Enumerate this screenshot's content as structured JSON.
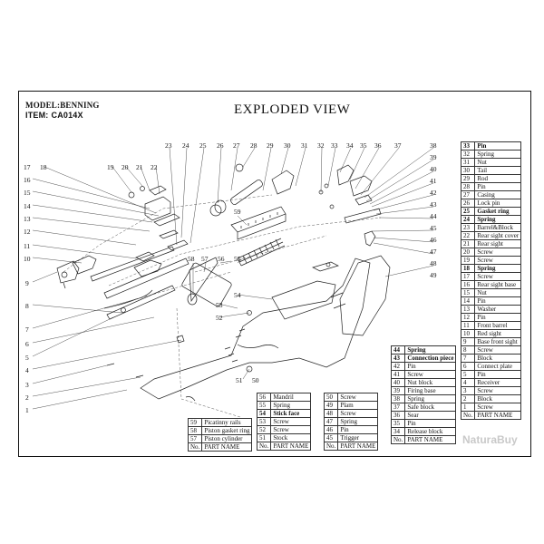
{
  "header": {
    "model_label": "MODEL:BENNING",
    "item_label": "ITEM:",
    "item_code": "CA014X",
    "title": "EXPLODED VIEW"
  },
  "callouts": [
    "1",
    "2",
    "3",
    "4",
    "5",
    "6",
    "7",
    "8",
    "9",
    "10",
    "11",
    "12",
    "13",
    "14",
    "15",
    "16",
    "17",
    "18",
    "19",
    "20",
    "21",
    "22",
    "23",
    "24",
    "25",
    "26",
    "27",
    "28",
    "29",
    "30",
    "31",
    "32",
    "33",
    "34",
    "35",
    "36",
    "37",
    "38",
    "39",
    "40",
    "41",
    "42",
    "43",
    "44",
    "45",
    "46",
    "47",
    "48",
    "49",
    "50",
    "51",
    "52",
    "53",
    "54",
    "55",
    "56",
    "57",
    "58",
    "59"
  ],
  "tables": {
    "t1": {
      "rows": [
        {
          "no": "59",
          "name": "Picatinny rails"
        },
        {
          "no": "58",
          "name": "Piston gasket ring"
        },
        {
          "no": "57",
          "name": "Piston cylinder"
        },
        {
          "no": "No.",
          "name": "PART NAME"
        }
      ]
    },
    "t2": {
      "rows": [
        {
          "no": "56",
          "name": "Mandril"
        },
        {
          "no": "55",
          "name": "Spring"
        },
        {
          "no": "54",
          "name": "Stick face",
          "bold": true
        },
        {
          "no": "53",
          "name": "Screw"
        },
        {
          "no": "52",
          "name": "Screw"
        },
        {
          "no": "51",
          "name": "Stock"
        },
        {
          "no": "No.",
          "name": "PART NAME"
        }
      ]
    },
    "t3": {
      "rows": [
        {
          "no": "50",
          "name": "Screw"
        },
        {
          "no": "49",
          "name": "Plam"
        },
        {
          "no": "48",
          "name": "Screw"
        },
        {
          "no": "47",
          "name": "Spring"
        },
        {
          "no": "46",
          "name": "Pin"
        },
        {
          "no": "45",
          "name": "Trigger"
        },
        {
          "no": "No.",
          "name": "PART NAME"
        }
      ]
    },
    "t4": {
      "rows": [
        {
          "no": "44",
          "name": "Spring",
          "bold": true
        },
        {
          "no": "43",
          "name": "Connection piece",
          "bold": true
        },
        {
          "no": "42",
          "name": "Pin"
        },
        {
          "no": "41",
          "name": "Screw"
        },
        {
          "no": "40",
          "name": "Nut block"
        },
        {
          "no": "39",
          "name": "Firing base"
        },
        {
          "no": "38",
          "name": "Spring"
        },
        {
          "no": "37",
          "name": "Safe block"
        },
        {
          "no": "36",
          "name": "Sear"
        },
        {
          "no": "35",
          "name": "Pin"
        },
        {
          "no": "34",
          "name": "Release block"
        },
        {
          "no": "No.",
          "name": "PART NAME"
        }
      ]
    },
    "t5": {
      "rows": [
        {
          "no": "33",
          "name": "Pin",
          "bold": true
        },
        {
          "no": "32",
          "name": "Spring"
        },
        {
          "no": "31",
          "name": "Nut"
        },
        {
          "no": "30",
          "name": "Tail"
        },
        {
          "no": "29",
          "name": "Rod"
        },
        {
          "no": "28",
          "name": "Pin"
        },
        {
          "no": "27",
          "name": "Casing"
        },
        {
          "no": "26",
          "name": "Lock pin"
        },
        {
          "no": "25",
          "name": "Gasket ring",
          "bold": true
        },
        {
          "no": "24",
          "name": "Spring",
          "bold": true
        },
        {
          "no": "23",
          "name": "Barrel&Block"
        },
        {
          "no": "22",
          "name": "Rear sight cover"
        },
        {
          "no": "21",
          "name": "Rear sight"
        },
        {
          "no": "20",
          "name": "Screw"
        },
        {
          "no": "19",
          "name": "Screw"
        },
        {
          "no": "18",
          "name": "Spring",
          "bold": true
        },
        {
          "no": "17",
          "name": "Screw"
        },
        {
          "no": "16",
          "name": "Rear sight base"
        },
        {
          "no": "15",
          "name": "Nut"
        },
        {
          "no": "14",
          "name": "Pin"
        },
        {
          "no": "13",
          "name": "Washer"
        },
        {
          "no": "12",
          "name": "Pin"
        },
        {
          "no": "11",
          "name": "Front barrel"
        },
        {
          "no": "10",
          "name": "Red sight"
        },
        {
          "no": "9",
          "name": "Base front sight"
        },
        {
          "no": "8",
          "name": "Screw"
        },
        {
          "no": "7",
          "name": "Block"
        },
        {
          "no": "6",
          "name": "Connect plate"
        },
        {
          "no": "5",
          "name": "Pin"
        },
        {
          "no": "4",
          "name": "Receiver"
        },
        {
          "no": "3",
          "name": "Screw"
        },
        {
          "no": "2",
          "name": "Block"
        },
        {
          "no": "1",
          "name": "Screw"
        },
        {
          "no": "No.",
          "name": "PART NAME"
        }
      ]
    }
  },
  "watermark": "NaturaBuy"
}
